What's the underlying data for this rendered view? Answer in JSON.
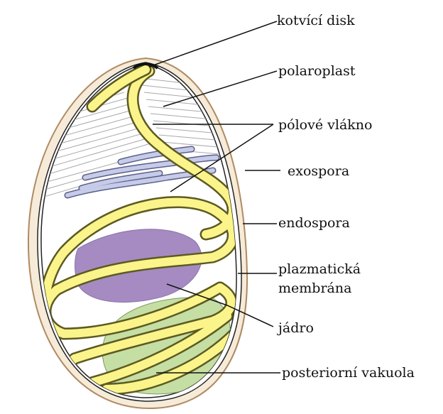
{
  "labels": {
    "anchoring_disk": "kotvící disk",
    "polaroplast": "polaroplast",
    "polar_filament": "pólové vlákno",
    "exospore": "exospora",
    "endospore": "endospora",
    "plasma_membrane_line1": "plazmatická",
    "plasma_membrane_line2": "membrána",
    "nucleus": "jádro",
    "posterior_vacuole": "posteriorní vakuola"
  },
  "colors": {
    "background": "#ffffff",
    "exospore_wall": "#f6ebd8",
    "exospore_outline": "#b08a62",
    "filament_fill": "#fbf48a",
    "filament_outline": "#5c5a22",
    "polaroplast_lines": "#a9a9a9",
    "polaroplast_tubules": "#c7cbea",
    "nucleus": "#a58bc2",
    "vacuole": "#c5dea3",
    "leader_lines": "#111111"
  }
}
